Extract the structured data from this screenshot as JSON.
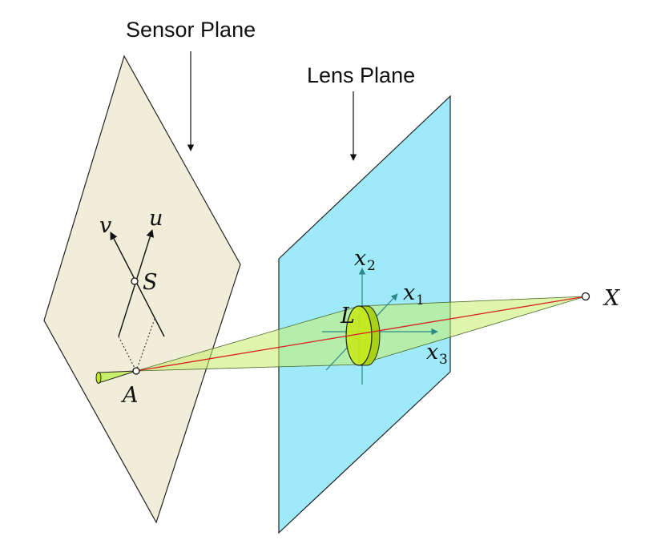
{
  "labels": {
    "sensor_plane": "Sensor Plane",
    "lens_plane": "Lens Plane",
    "point_v": "v",
    "point_u": "u",
    "point_s": "S",
    "point_a": "A",
    "point_l": "L",
    "point_x": "X",
    "axis_x": "x",
    "sub_1": "1",
    "sub_2": "2",
    "sub_3": "3"
  },
  "colors": {
    "sensor_plane_fill": "#f0edd9",
    "lens_plane_fill": "#9eeafb",
    "cone_fill": "#c8ef6a",
    "lens_fill": "#c4ea24",
    "ray": "#d81f1f",
    "lens_axis": "#2a8a87"
  }
}
